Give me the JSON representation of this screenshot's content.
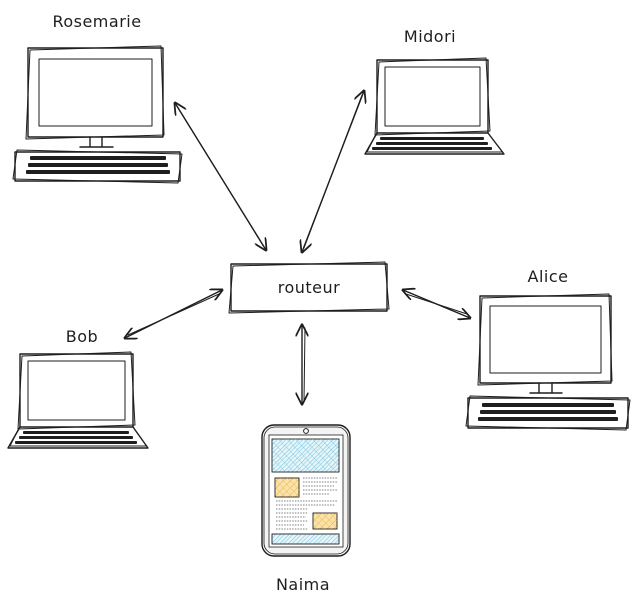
{
  "router": {
    "label": "routeur"
  },
  "nodes": {
    "rosemarie": {
      "label": "Rosemarie",
      "device": "desktop-computer"
    },
    "midori": {
      "label": "Midori",
      "device": "laptop"
    },
    "alice": {
      "label": "Alice",
      "device": "desktop-computer"
    },
    "bob": {
      "label": "Bob",
      "device": "laptop"
    },
    "naima": {
      "label": "Naima",
      "device": "smartphone"
    }
  },
  "colors": {
    "stroke": "#1e1e1e",
    "phone_screen_hatch": "#8fd3e6",
    "phone_card_fill": "#f5c86a"
  }
}
